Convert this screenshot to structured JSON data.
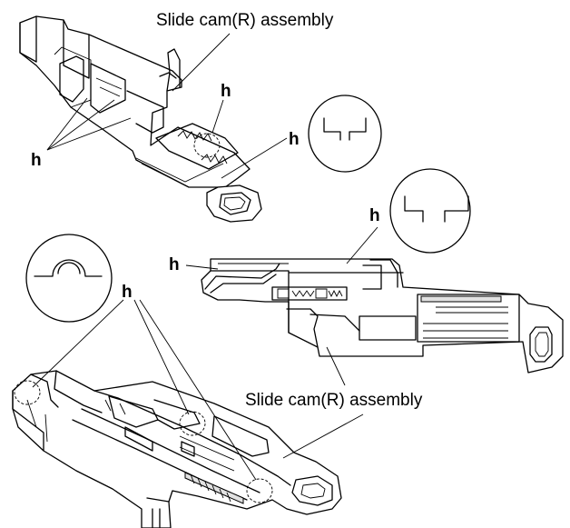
{
  "labels": {
    "top_assembly": "Slide cam(R) assembly",
    "bottom_assembly": "Slide cam(R) assembly",
    "h": "h"
  }
}
